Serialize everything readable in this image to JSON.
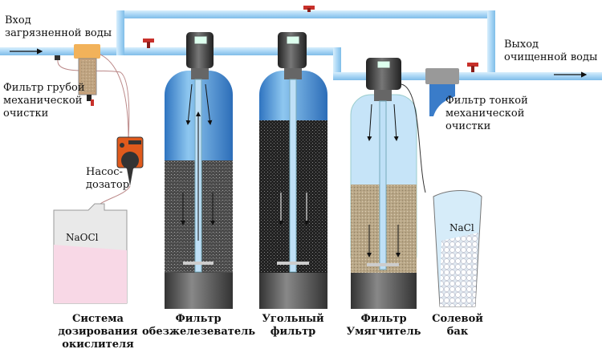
{
  "labels": {
    "inlet": "Вход\nзагрязненной воды",
    "outlet": "Выход\nочищенной воды",
    "coarse_filter": "Фильтр грубой\nмеханической\nочистки",
    "fine_filter": "Фильтр тонкой\nмеханической\nочистки",
    "pump": "Насос-\nдозатор",
    "canister": "NaOCl",
    "brine": "NaCl",
    "dosing_system": "Система\nдозирования\nокислителя",
    "iron_filter": "Фильтр\nобезжелезеватель",
    "carbon_filter": "Угольный\nфильтр",
    "softener": "Фильтр\nУмягчитель",
    "salt_tank": "Солевой\nбак"
  },
  "colors": {
    "pipe": "#a9d6f5",
    "valve": "#c8302a",
    "tank": "#5a9fd8",
    "media": "#555555",
    "base": "#555555"
  }
}
